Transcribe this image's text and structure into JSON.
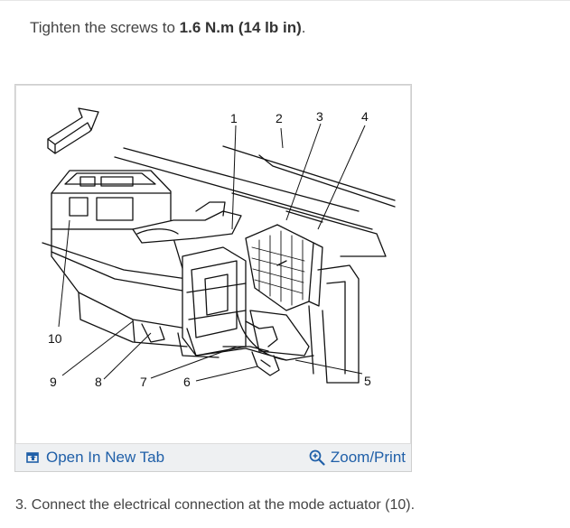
{
  "instruction": {
    "prefix": "Tighten the screws to ",
    "torque": "1.6 N.m (14 lb in)",
    "suffix": "."
  },
  "figure": {
    "callouts": [
      "1",
      "2",
      "3",
      "4",
      "5",
      "6",
      "7",
      "8",
      "9",
      "10"
    ]
  },
  "toolbar": {
    "open_tab_label": "Open In New Tab",
    "zoom_label": "Zoom/Print"
  },
  "step": {
    "text": "3. Connect the electrical connection at the mode actuator (10)."
  },
  "colors": {
    "link": "#1f5fa8",
    "toolbar_bg": "#eef0f2"
  }
}
